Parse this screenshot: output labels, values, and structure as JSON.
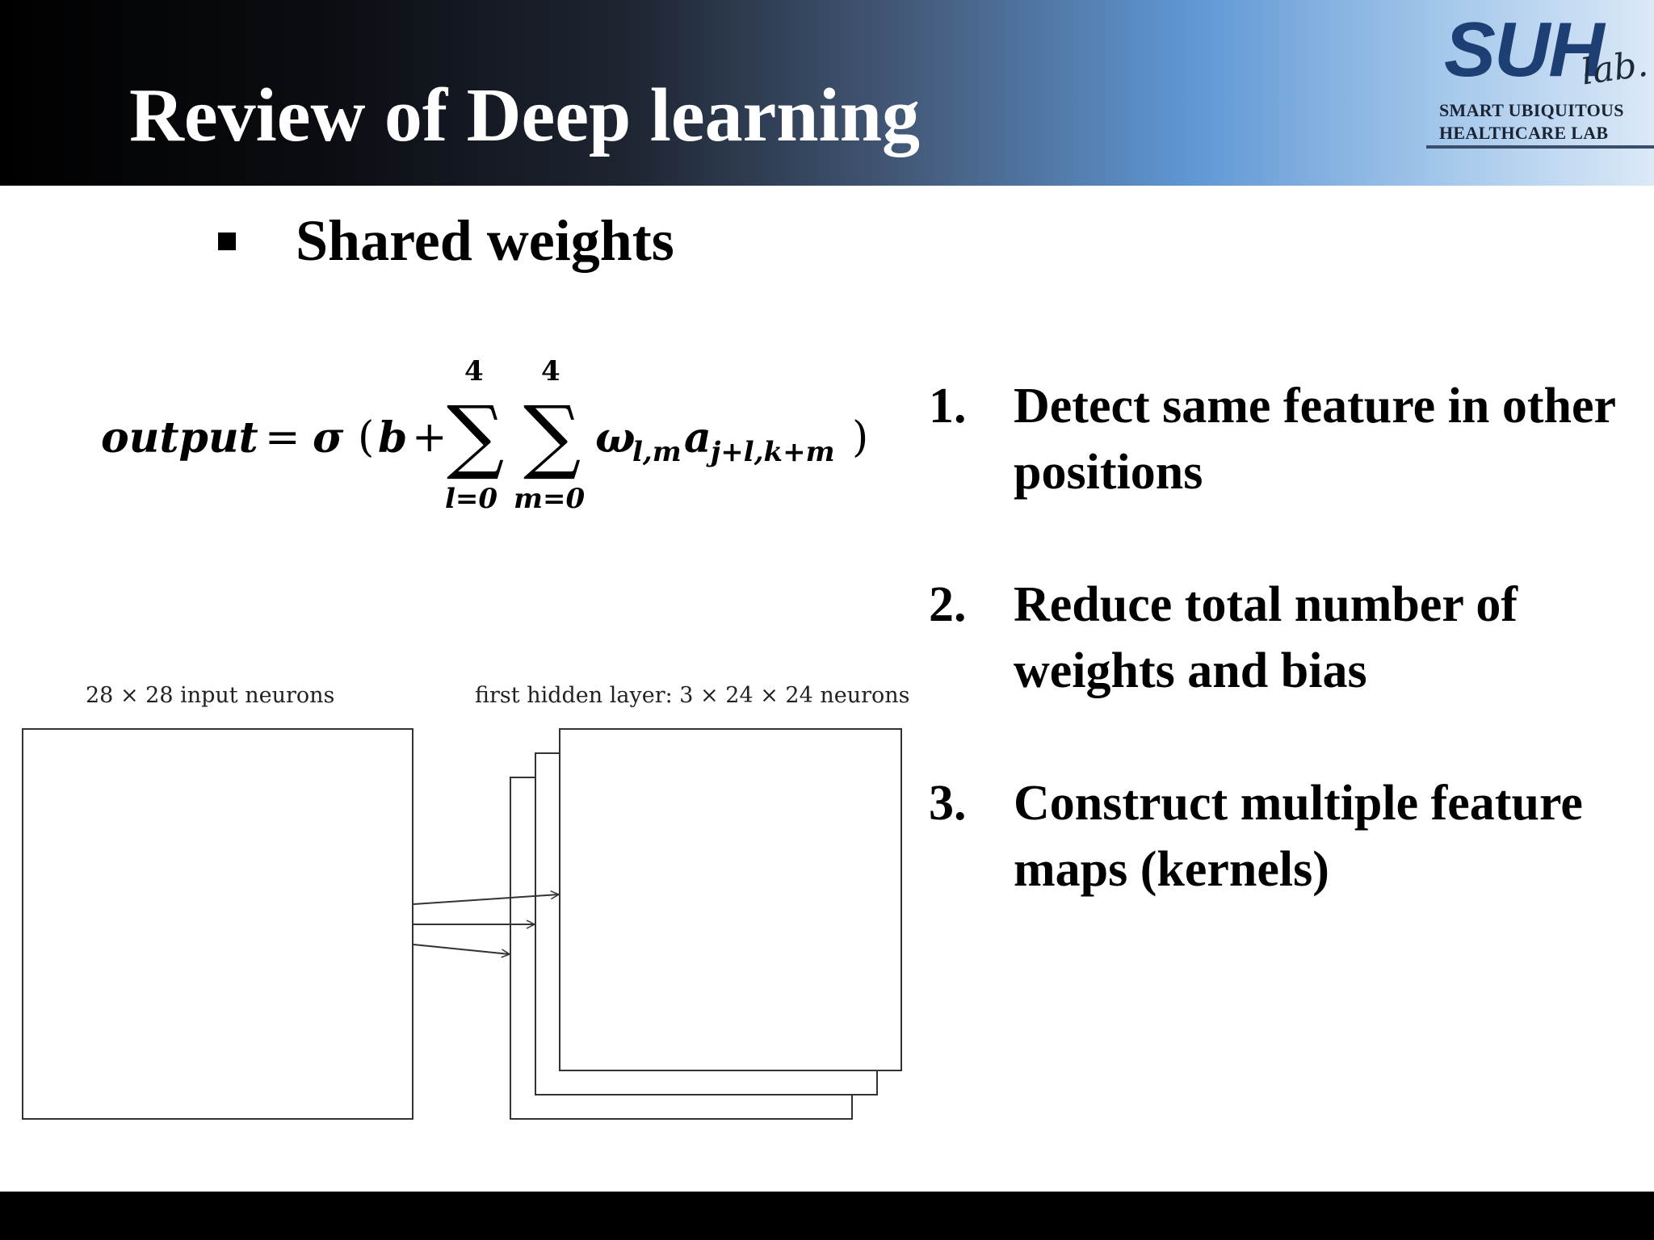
{
  "header": {
    "title": "Review of  Deep learning",
    "logo": {
      "wordmark": "SUH",
      "lab": "lab.",
      "line1": "SMART UBIQUITOUS",
      "line2": "HEALTHCARE LAB",
      "color": "#1d3f73"
    }
  },
  "section": {
    "bullet_icon": "square-bullet-icon",
    "subtitle": "Shared weights"
  },
  "formula": {
    "lhs": "output",
    "equals": "=",
    "sigma": "σ",
    "open_paren": "(",
    "bias": "b",
    "plus": "+",
    "sum_symbol": "∑",
    "sum1_upper": "4",
    "sum1_lower": "l=0",
    "sum2_upper": "4",
    "sum2_lower": "m=0",
    "weight": "ω",
    "weight_sub": "l,m",
    "activation": "a",
    "activation_sub": "j+l,k+m",
    "close_paren": ")"
  },
  "points": [
    {
      "num": "1.",
      "text": "Detect same feature in other positions"
    },
    {
      "num": "2.",
      "text": "Reduce total number of weights and bias"
    },
    {
      "num": "3.",
      "text": "Construct multiple feature maps (kernels)"
    }
  ],
  "diagram": {
    "input_caption": "28 × 28 input neurons",
    "hidden_caption": "first hidden layer: 3 × 24 × 24 neurons"
  }
}
